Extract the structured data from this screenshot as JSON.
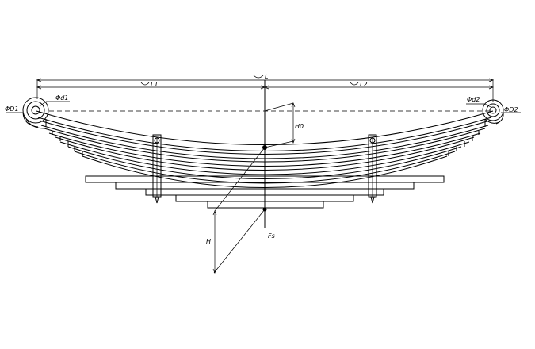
{
  "drawing": {
    "dimensions": {
      "overall_length": "L",
      "front_length": "L1",
      "rear_length": "L2",
      "arc_height": "H0",
      "height": "H",
      "load": "Fs"
    },
    "eyes": {
      "left_outer_diameter": "ΦD1",
      "left_inner_diameter": "Φd1",
      "right_inner_diameter": "Φd2",
      "right_outer_diameter": "ΦD2"
    },
    "leaf_count": 10
  }
}
